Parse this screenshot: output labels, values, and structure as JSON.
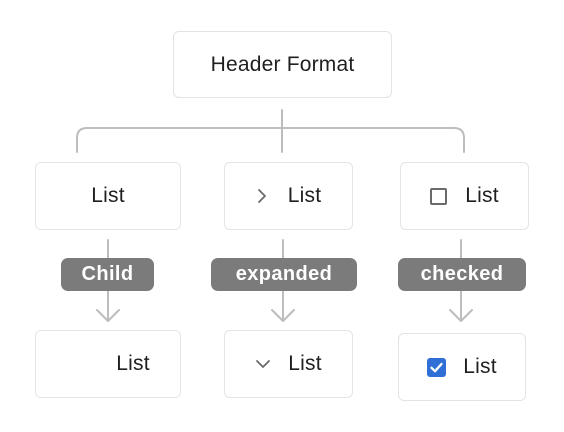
{
  "header": {
    "label": "Header Format"
  },
  "columns": [
    {
      "top": {
        "label": "List",
        "icon": "none"
      },
      "transition": "Child",
      "bottom": {
        "label": "List",
        "icon": "none"
      }
    },
    {
      "top": {
        "label": "List",
        "icon": "chevron-right-icon"
      },
      "transition": "expanded",
      "bottom": {
        "label": "List",
        "icon": "chevron-down-icon"
      }
    },
    {
      "top": {
        "label": "List",
        "icon": "checkbox-empty-icon"
      },
      "transition": "checked",
      "bottom": {
        "label": "List",
        "icon": "checkbox-checked-icon"
      }
    }
  ],
  "colors": {
    "connector": "#bdbdbd",
    "box_border": "#e4e4e4",
    "pill_background": "#7b7b7b",
    "checkbox_checked": "#2f6fd6"
  }
}
